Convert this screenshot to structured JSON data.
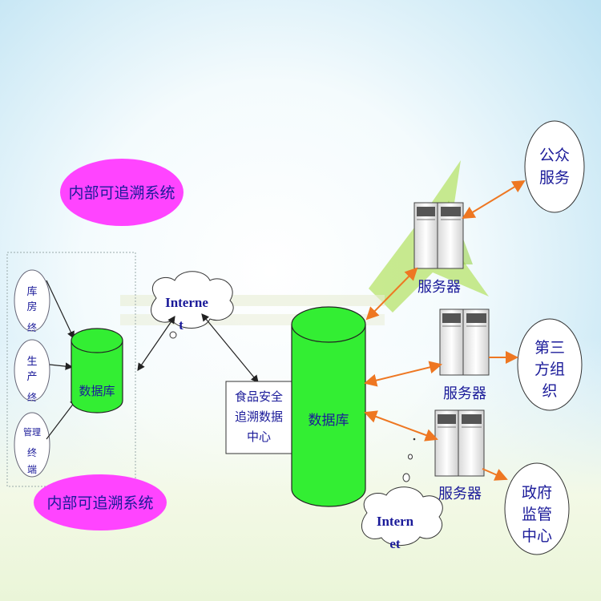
{
  "labels": {
    "internal_system_top": "内部可追溯系统",
    "internal_system_bottom": "内部可追溯系统",
    "terminal_storage": [
      "库",
      "房",
      "终"
    ],
    "terminal_production": [
      "生",
      "产",
      "终"
    ],
    "terminal_management": [
      "管理",
      "终",
      "端"
    ],
    "database_small": "数据库",
    "internet_left": [
      "Interne",
      "t"
    ],
    "food_center": [
      "食品安全",
      "追溯数据",
      "中心"
    ],
    "database_big": "数据库",
    "internet_bottom": [
      "Intern",
      "et"
    ],
    "server_top": "服务器",
    "server_mid": "服务器",
    "server_bottom": "服务器",
    "public_service": [
      "公众",
      "服务"
    ],
    "third_party": [
      "第三",
      "方组",
      "织"
    ],
    "gov_center": [
      "政府",
      "监管",
      "中心"
    ]
  },
  "colors": {
    "pink": "#ff44ff",
    "green": "#33ee33",
    "text": "#1a1a99",
    "orange": "#ee7722"
  }
}
